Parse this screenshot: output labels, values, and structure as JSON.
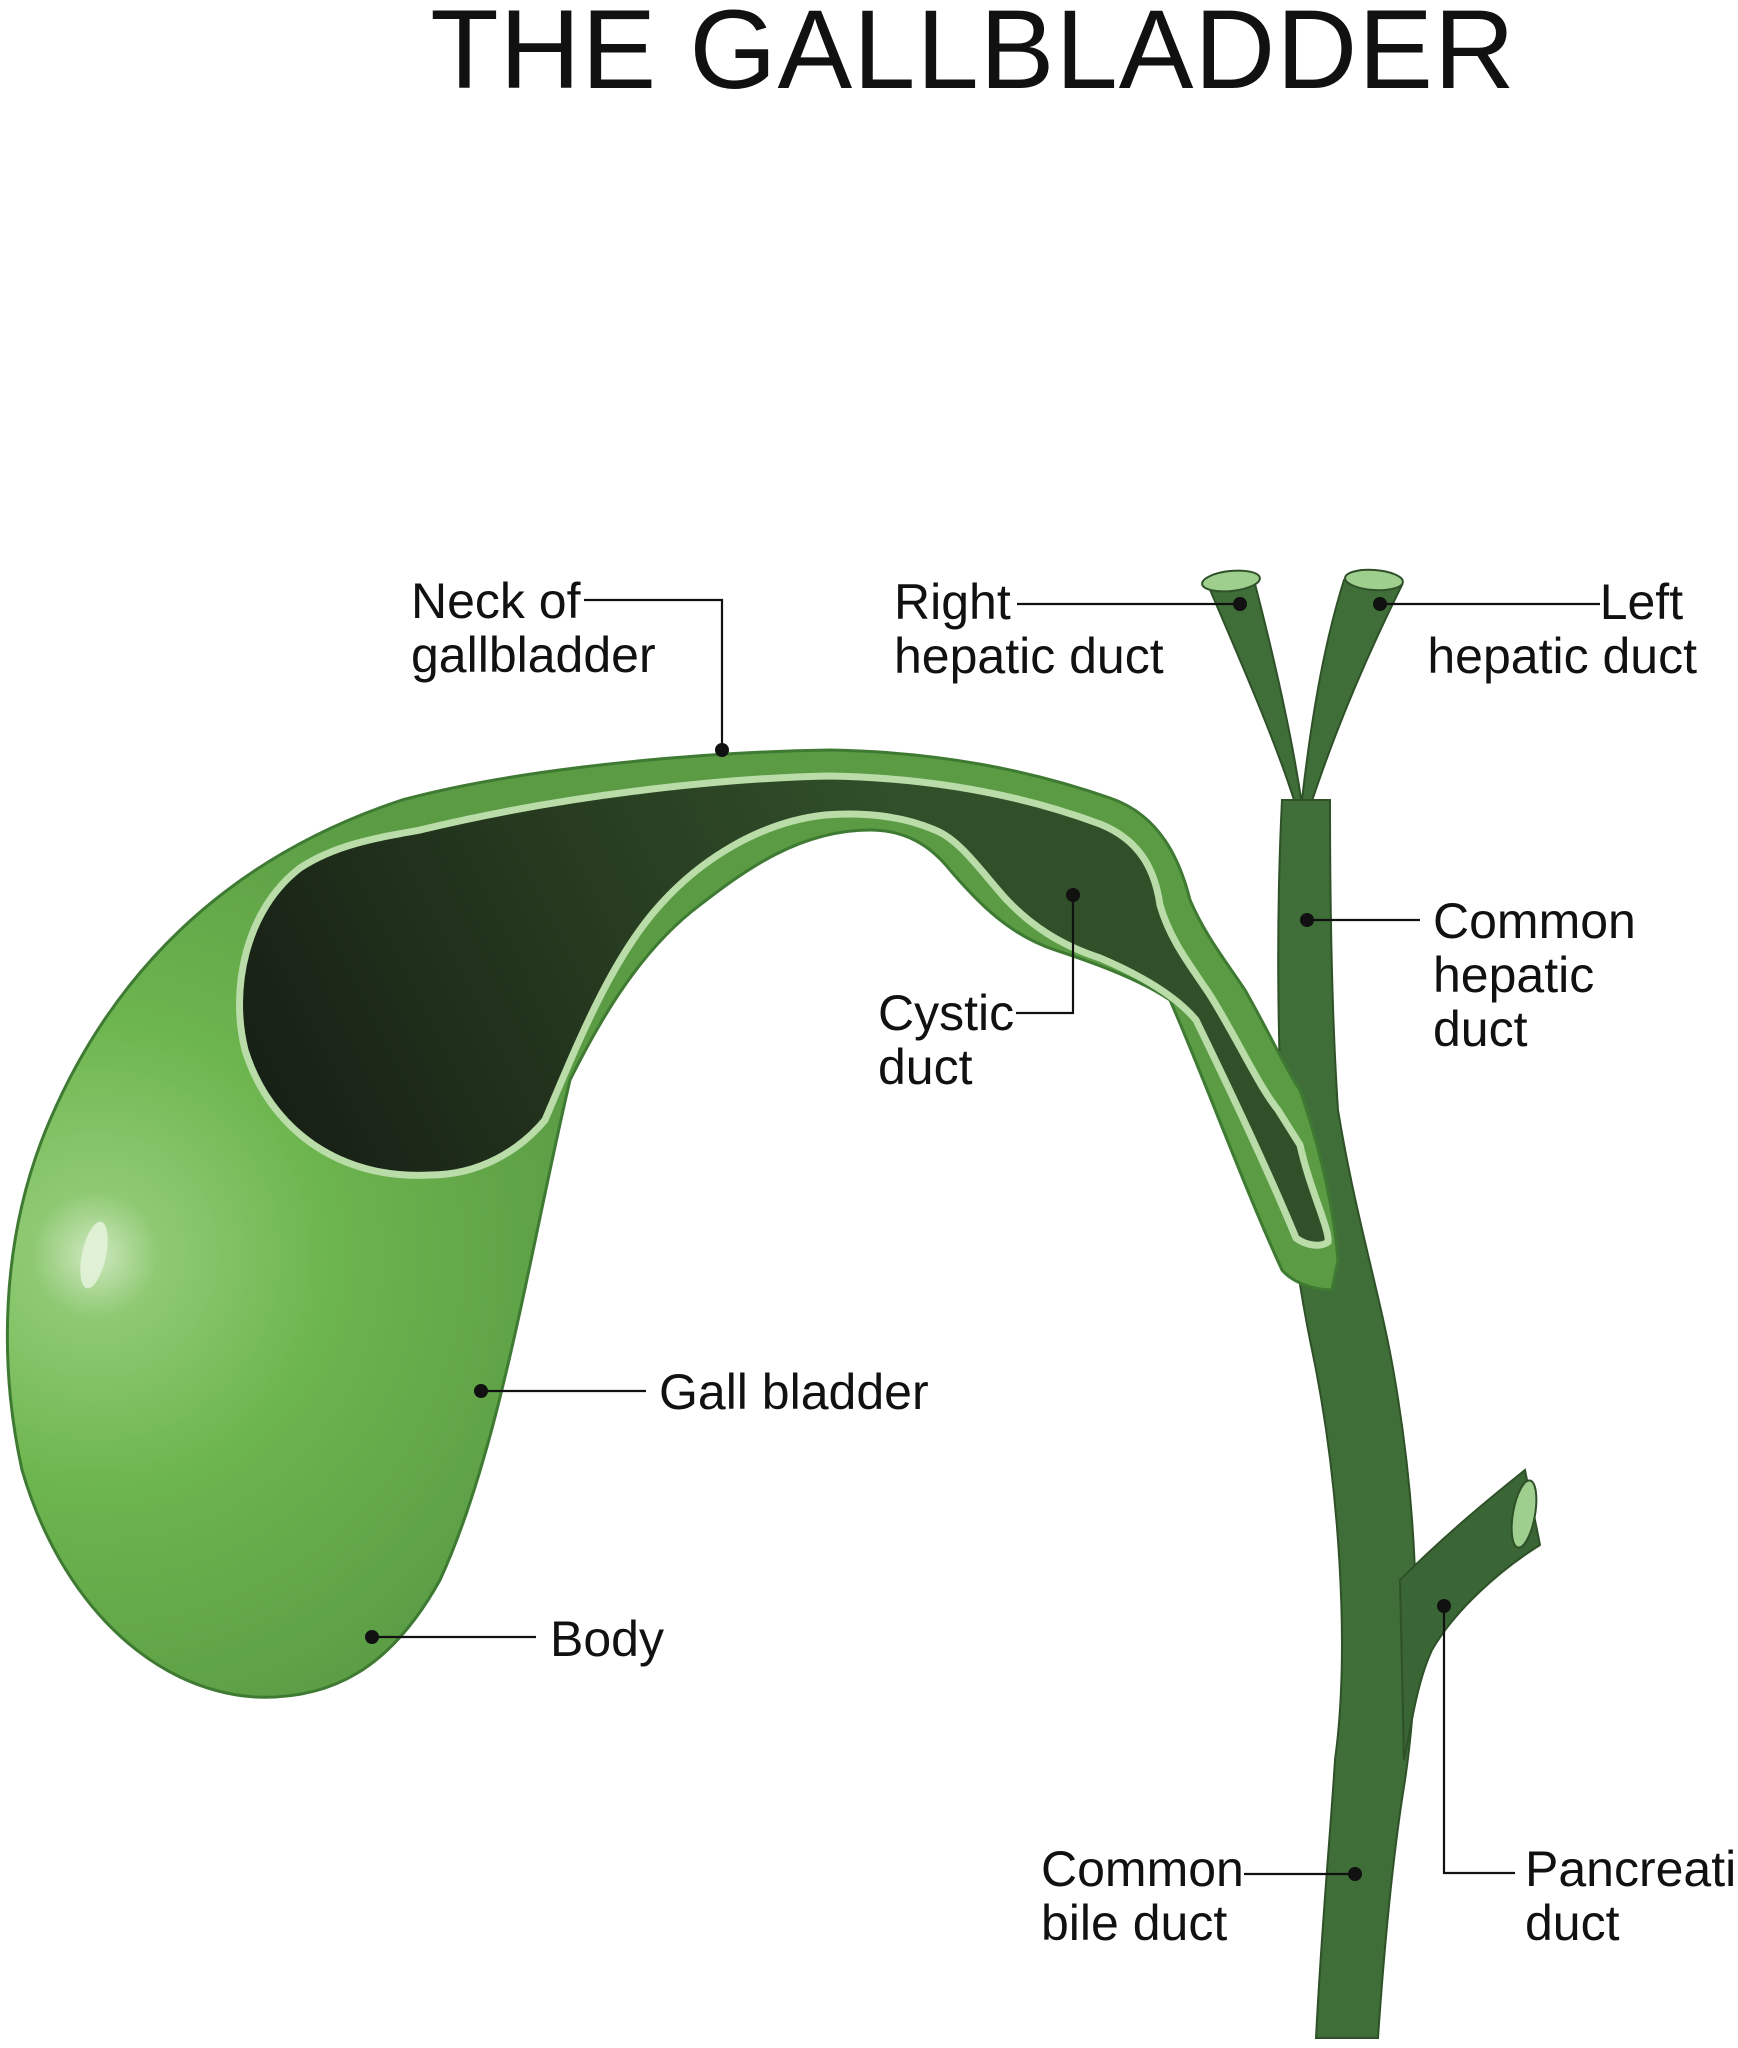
{
  "title": "THE GALLBLADDER",
  "colors": {
    "organ_light": "#6db54f",
    "organ_mid": "#5ea347",
    "organ_outline": "#3f7a33",
    "lumen_dark": "#1e2a1c",
    "lumen_mid": "#2f4a28",
    "mucosa_line": "#b9dca8",
    "duct": "#3f6e38",
    "duct_dark": "#355c31",
    "duct_opening": "#a9d69a"
  },
  "labels": {
    "neck": [
      "Neck of",
      "gallbladder"
    ],
    "right_hepatic": [
      "Right",
      "hepatic duct"
    ],
    "left_hepatic": [
      "Left",
      "hepatic duct"
    ],
    "common_hepatic": [
      "Common",
      "hepatic",
      "duct"
    ],
    "cystic": [
      "Cystic",
      "duct"
    ],
    "gall_bladder": [
      "Gall bladder"
    ],
    "body": [
      "Body"
    ],
    "common_bile": [
      "Common",
      "bile duct"
    ],
    "pancreatic": [
      "Pancreatic",
      "duct"
    ]
  }
}
